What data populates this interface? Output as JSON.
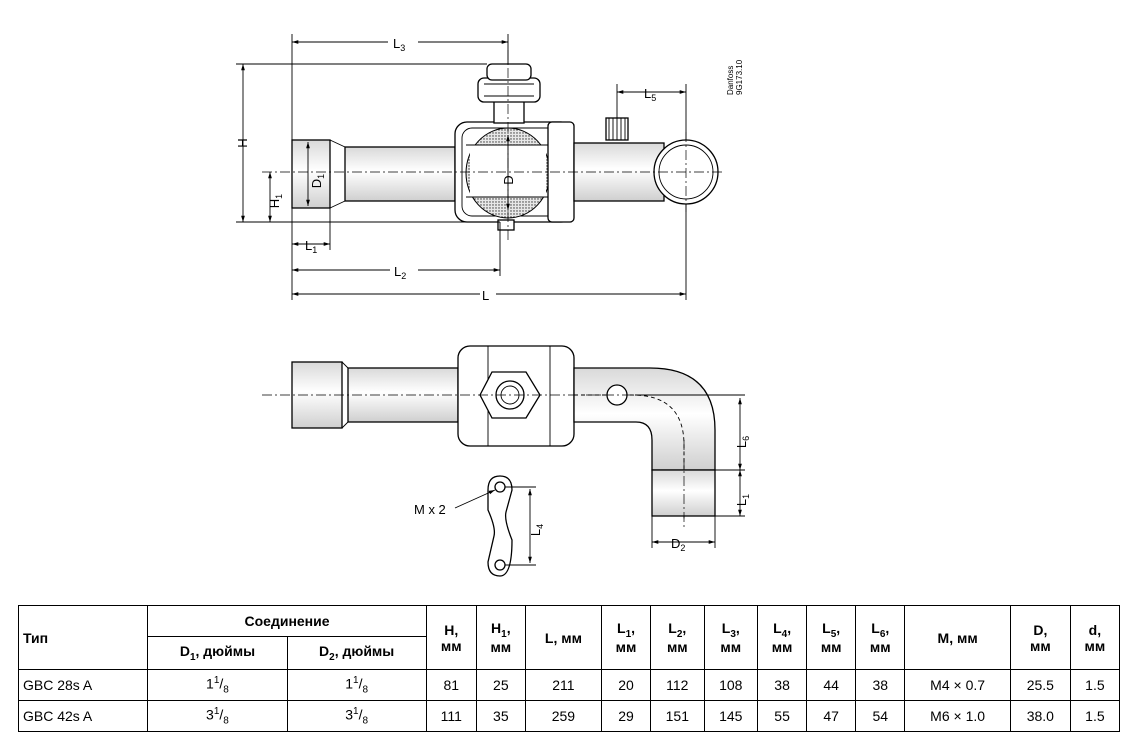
{
  "drawing": {
    "labels": {
      "L": "L",
      "L1": "L",
      "L2": "L",
      "L3": "L",
      "L4": "L",
      "L5": "L",
      "L6": "L",
      "H": "H",
      "H1": "H",
      "D": "D",
      "D1": "D",
      "D2": "D",
      "mx2": "M x 2",
      "s1": "1",
      "s2": "2",
      "s3": "3",
      "s4": "4",
      "s5": "5",
      "s6": "6"
    },
    "brand": "Danfoss",
    "code": "9G173.10"
  },
  "table": {
    "headers": {
      "type": "Тип",
      "connection": "Соединение",
      "d1_base": "D",
      "d1_sub": "1",
      "d1_unit": ", дюймы",
      "d2_base": "D",
      "d2_sub": "2",
      "d2_unit": ", дюймы",
      "h_base": "H,",
      "h_unit": "мм",
      "h1_base": "H",
      "h1_sub": "1",
      "h1_comma": ",",
      "h1_unit": "мм",
      "l_label": "L, мм",
      "l1_base": "L",
      "l1_sub": "1",
      "l1_comma": ",",
      "l1_unit": "мм",
      "l2_base": "L",
      "l2_sub": "2",
      "l2_comma": ",",
      "l2_unit": "мм",
      "l3_base": "L",
      "l3_sub": "3",
      "l3_comma": ",",
      "l3_unit": "мм",
      "l4_base": "L",
      "l4_sub": "4",
      "l4_comma": ",",
      "l4_unit": "мм",
      "l5_base": "L",
      "l5_sub": "5",
      "l5_comma": ",",
      "l5_unit": "мм",
      "l6_base": "L",
      "l6_sub": "6",
      "l6_comma": ",",
      "l6_unit": "мм",
      "m_label": "M, мм",
      "d_base": "D,",
      "d_unit": "мм",
      "dd_base": "d,",
      "dd_unit": "мм"
    },
    "rows": [
      {
        "type": "GBC 28s A",
        "d1_whole": "1",
        "d1_num": "1",
        "d1_den": "8",
        "d2_whole": "1",
        "d2_num": "1",
        "d2_den": "8",
        "H": "81",
        "H1": "25",
        "L": "211",
        "L1": "20",
        "L2": "112",
        "L3": "108",
        "L4": "38",
        "L5": "44",
        "L6": "38",
        "M": "M4 × 0.7",
        "D": "25.5",
        "d": "1.5"
      },
      {
        "type": "GBC 42s A",
        "d1_whole": "3",
        "d1_num": "1",
        "d1_den": "8",
        "d2_whole": "3",
        "d2_num": "1",
        "d2_den": "8",
        "H": "111",
        "H1": "35",
        "L": "259",
        "L1": "29",
        "L2": "151",
        "L3": "145",
        "L4": "55",
        "L5": "47",
        "L6": "54",
        "M": "M6 × 1.0",
        "D": "38.0",
        "d": "1.5"
      }
    ]
  }
}
